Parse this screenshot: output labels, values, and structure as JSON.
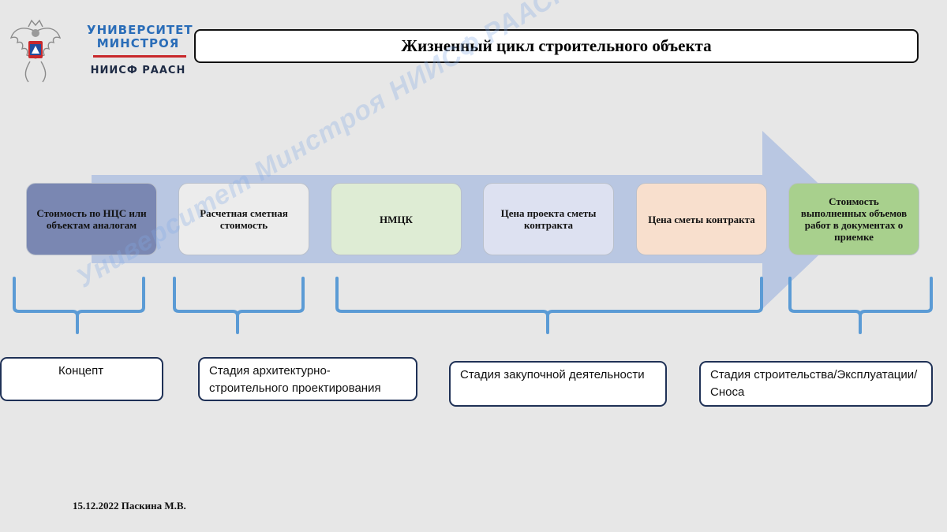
{
  "logo": {
    "line1": "УНИВЕРСИТЕТ",
    "line2": "МИНСТРОЯ",
    "line3": "НИИСФ РААСН",
    "emblem_icon": "russian-coat-of-arms-icon"
  },
  "title": "Жизненный цикл строительного объекта",
  "stages": [
    {
      "label": "Стоимость по НЦС или объектам аналогам",
      "color": "#7a87b2"
    },
    {
      "label": "Расчетная сметная стоимость",
      "color": "#ececec"
    },
    {
      "label": "НМЦК",
      "color": "#deecd4"
    },
    {
      "label": "Цена проекта сметы контракта",
      "color": "#dde1f1"
    },
    {
      "label": "Цена сметы контракта",
      "color": "#f8dfcd"
    },
    {
      "label": "Стоимость выполненных объемов работ в документах о приемке",
      "color": "#a8d08d"
    }
  ],
  "phases": [
    {
      "label": "Концепт"
    },
    {
      "label": "Стадия архитектурно-строительного проектирования"
    },
    {
      "label": "Стадия закупочной деятельности"
    },
    {
      "label": "Стадия строительства/Эксплуатации/Сноса"
    }
  ],
  "colors": {
    "arrow": "#b4c3e1",
    "brace": "#5b9bd5",
    "phase_border": "#1f3156"
  },
  "watermark": "Университет Минстроя НИИСФ РААСН Паскина М.В.",
  "footer": "15.12.2022 Паскина М.В."
}
